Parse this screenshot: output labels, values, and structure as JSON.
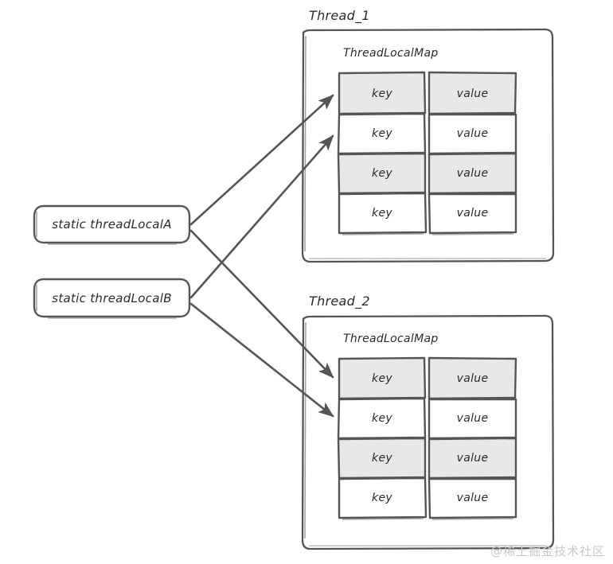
{
  "diagram": {
    "title": "ThreadLocal / ThreadLocalMap relationship diagram",
    "style": "hand-drawn sketch",
    "colors": {
      "stroke": "#555555",
      "background": "#ffffff",
      "cell_fill_shaded": "#e8e8e8",
      "cell_fill_plain": "#ffffff",
      "text": "#2b2b2b",
      "watermark": "#c8c8c8"
    }
  },
  "variables": [
    {
      "id": "threadLocalA",
      "label": "static threadLocalA"
    },
    {
      "id": "threadLocalB",
      "label": "static threadLocalB"
    }
  ],
  "threads": [
    {
      "id": "thread_1",
      "label": "Thread_1",
      "map_label": "ThreadLocalMap",
      "columns": [
        "key",
        "value"
      ],
      "rows": [
        {
          "key": "key",
          "value": "value",
          "shaded": true
        },
        {
          "key": "key",
          "value": "value",
          "shaded": false
        },
        {
          "key": "key",
          "value": "value",
          "shaded": true
        },
        {
          "key": "key",
          "value": "value",
          "shaded": false
        }
      ]
    },
    {
      "id": "thread_2",
      "label": "Thread_2",
      "map_label": "ThreadLocalMap",
      "columns": [
        "key",
        "value"
      ],
      "rows": [
        {
          "key": "key",
          "value": "value",
          "shaded": true
        },
        {
          "key": "key",
          "value": "value",
          "shaded": false
        },
        {
          "key": "key",
          "value": "value",
          "shaded": true
        },
        {
          "key": "key",
          "value": "value",
          "shaded": false
        }
      ]
    }
  ],
  "arrows": [
    {
      "id": "a-to-t1",
      "from": "threadLocalA",
      "to": "thread_1.row1"
    },
    {
      "id": "b-to-t1",
      "from": "threadLocalB",
      "to": "thread_1.row2"
    },
    {
      "id": "a-to-t2",
      "from": "threadLocalA",
      "to": "thread_2.row1"
    },
    {
      "id": "b-to-t2",
      "from": "threadLocalB",
      "to": "thread_2.row2"
    }
  ],
  "watermark": {
    "text": "@稀土掘金技术社区"
  }
}
